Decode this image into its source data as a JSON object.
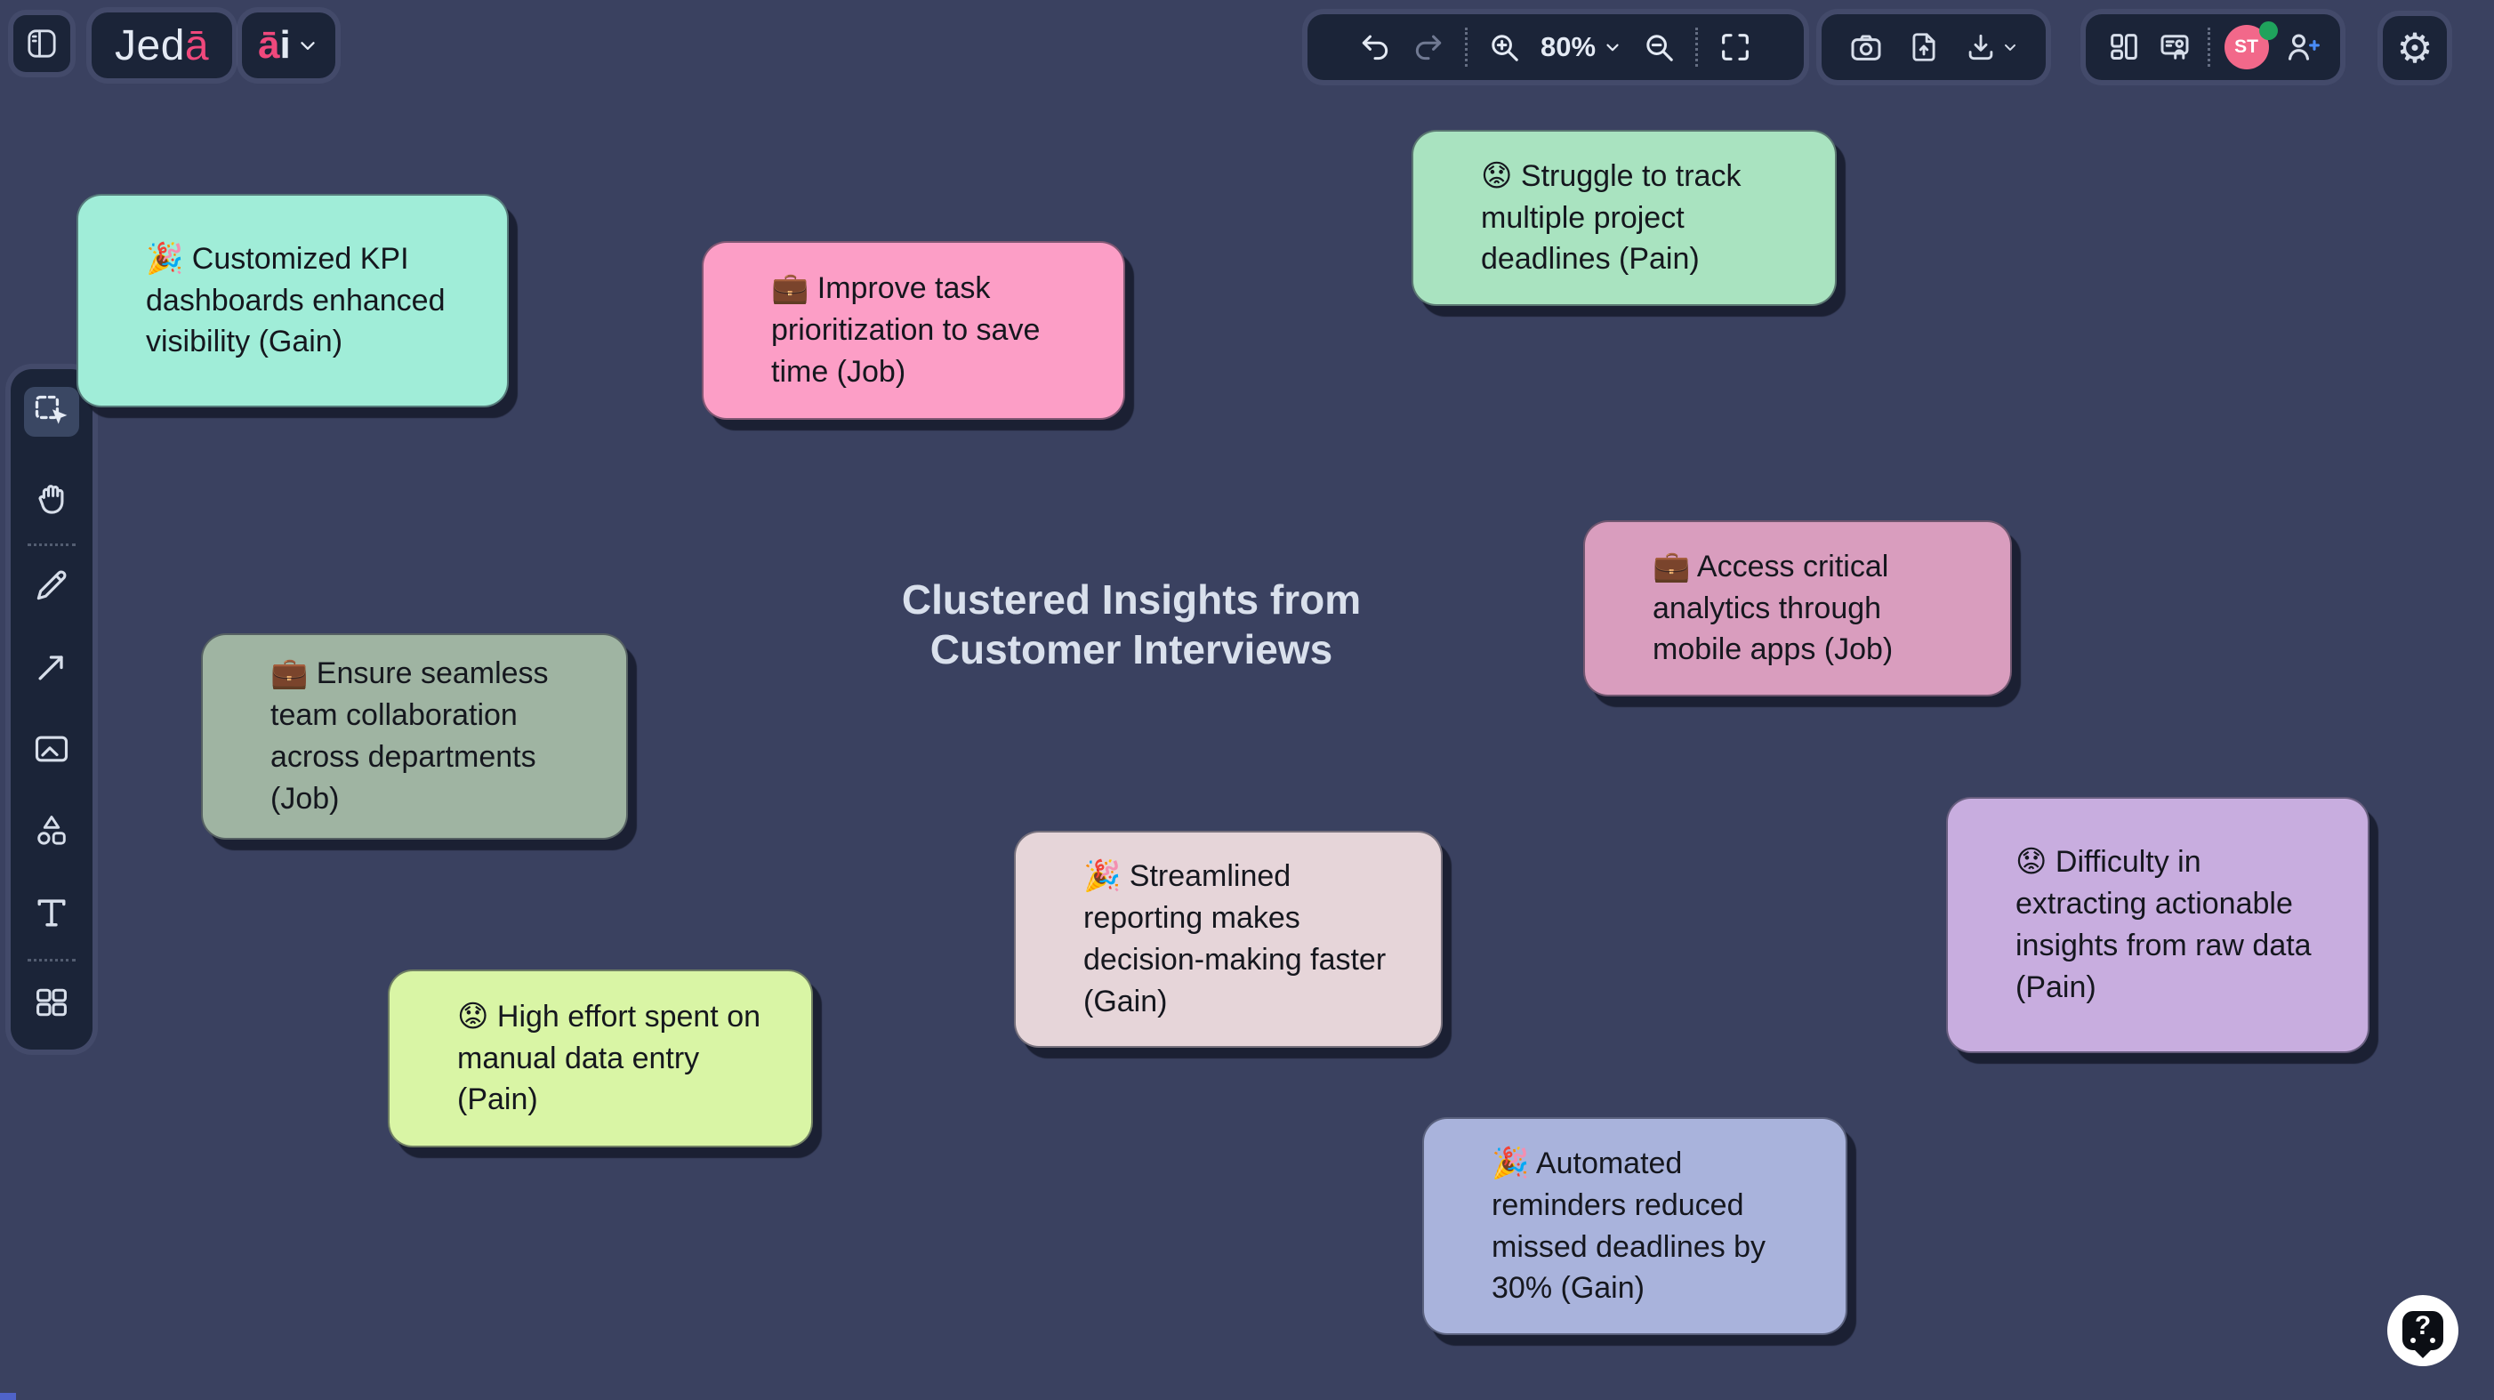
{
  "window": {
    "app_name_prefix": "Jed",
    "app_name_accent": "ā"
  },
  "header": {
    "ai_menu": {
      "accent": "ā",
      "rest": "i"
    },
    "zoom_level": "80%"
  },
  "user": {
    "initials": "ST"
  },
  "icons": {
    "gear": "⚙",
    "help": "?"
  },
  "canvas": {
    "title_line1": "Clustered Insights from",
    "title_line2": "Customer Interviews",
    "notes": [
      {
        "text": "🎉 Customized KPI dashboards enhanced visibility (Gain)",
        "color": "#A0EDD8"
      },
      {
        "text": "💼 Improve task prioritization to save time (Job)",
        "color": "#FC9EC6"
      },
      {
        "text": "😟 Struggle to track multiple project deadlines (Pain)",
        "color": "#A9E3C0"
      },
      {
        "text": "💼 Access critical analytics through mobile apps (Job)",
        "color": "#D99DBE"
      },
      {
        "text": "💼 Ensure seamless team collaboration across departments (Job)",
        "color": "#9FB4A2"
      },
      {
        "text": "🎉 Streamlined reporting makes decision-making faster (Gain)",
        "color": "#E6D5D9"
      },
      {
        "text": "😟 Difficulty in extracting actionable insights from raw data (Pain)",
        "color": "#C8ADDF"
      },
      {
        "text": "😟 High effort spent on manual data entry (Pain)",
        "color": "#D9F5A5"
      },
      {
        "text": "🎉 Automated reminders reduced missed deadlines by 30% (Gain)",
        "color": "#A9B3DC"
      }
    ]
  },
  "colors": {
    "background": "#3A4160",
    "panel": "#1B2438",
    "accent_pink": "#F0487C",
    "avatar_pink": "#F2688A",
    "status_green": "#1FA35C",
    "plus_blue": "#4A8CF7",
    "icon": "#D7DEEA",
    "note_text": "#15171E",
    "title_text": "#D9E0EC"
  }
}
